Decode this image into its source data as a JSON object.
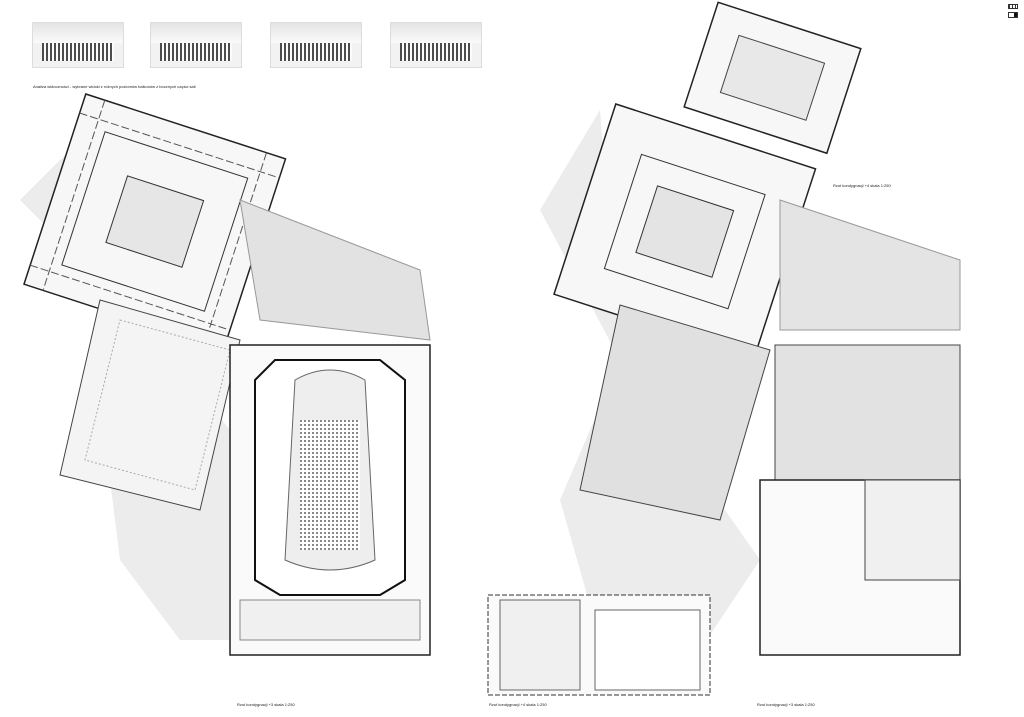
{
  "logo_text": "",
  "visibility_caption": "Analiza widoczności - wybrane widoki z różnych poziomów balkonów z bocznych części sali",
  "thumbnails": [
    "view-1",
    "view-2",
    "view-3",
    "view-4"
  ],
  "plans": {
    "top_right_caption": "Rzut kondygnacji +4 skala 1:250",
    "left_caption": "Rzut kondygnacji +3 skala 1:250",
    "bottom_middle_caption": "Rzut kondygnacji +4 skala 1:250",
    "right_caption": "Rzut kondygnacji +3 skala 1:250"
  }
}
